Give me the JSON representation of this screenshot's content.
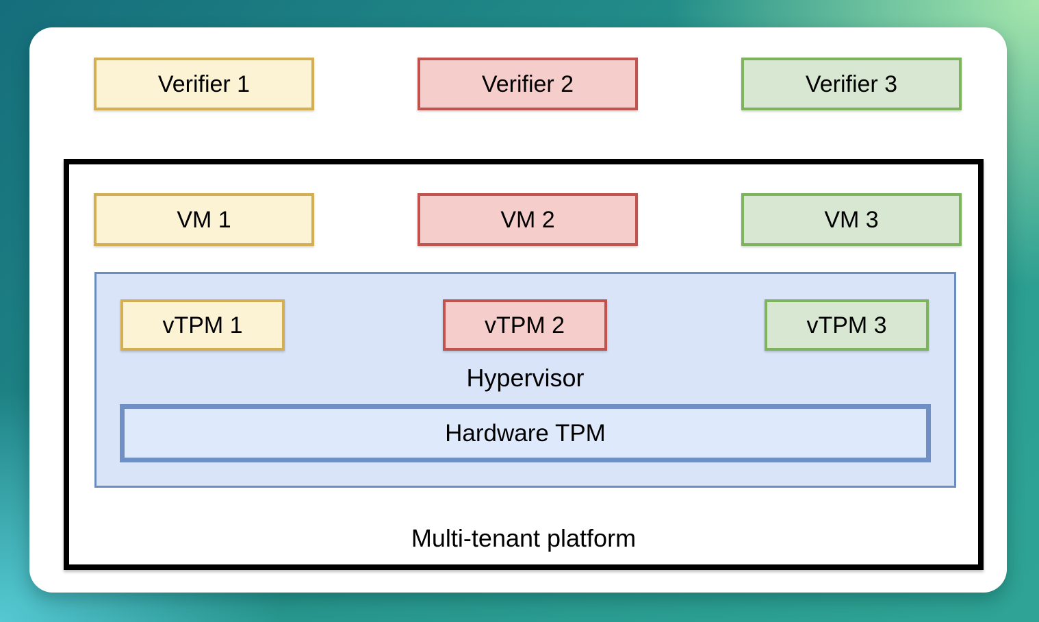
{
  "verifiers": [
    {
      "label": "Verifier 1",
      "theme": "yellow"
    },
    {
      "label": "Verifier 2",
      "theme": "red"
    },
    {
      "label": "Verifier 3",
      "theme": "green"
    }
  ],
  "platform": {
    "label": "Multi-tenant platform",
    "vms": [
      {
        "label": "VM 1",
        "theme": "yellow"
      },
      {
        "label": "VM 2",
        "theme": "red"
      },
      {
        "label": "VM 3",
        "theme": "green"
      }
    ],
    "hypervisor": {
      "label": "Hypervisor",
      "vtpms": [
        {
          "label": "vTPM 1",
          "theme": "yellow"
        },
        {
          "label": "vTPM 2",
          "theme": "red"
        },
        {
          "label": "vTPM 3",
          "theme": "green"
        }
      ],
      "hardware_tpm": {
        "label": "Hardware TPM"
      }
    }
  },
  "colors": {
    "yellow_fill": "#fcf2d4",
    "yellow_border": "#d3ae53",
    "red_fill": "#f5cecb",
    "red_border": "#c1534e",
    "green_fill": "#d8e7d2",
    "green_border": "#7db35c",
    "hypervisor_fill": "#d9e4f8",
    "hypervisor_border": "#6c8ebf",
    "hardware_tpm_fill": "#dfe9fc",
    "hardware_tpm_border": "#7090c5",
    "platform_border": "#000000",
    "card_background": "#ffffff",
    "background_teal_dark": "#156e7b",
    "background_teal_mid": "#2fa496",
    "background_green_light": "#a5e5ac",
    "background_cyan_light": "#55c8d2"
  }
}
